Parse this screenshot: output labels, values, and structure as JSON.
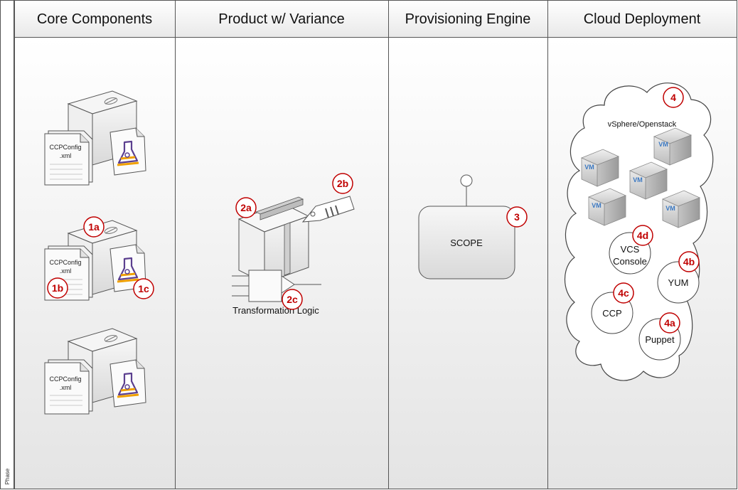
{
  "phase_label": "Phase",
  "lanes": [
    {
      "title": "Core Components"
    },
    {
      "title": "Product w/ Variance"
    },
    {
      "title": "Provisioning Engine"
    },
    {
      "title": "Cloud Deployment"
    }
  ],
  "core": {
    "file_line1": "CCPConfig",
    "file_line2": ".xml",
    "badges": {
      "b1a": "1a",
      "b1b": "1b",
      "b1c": "1c"
    }
  },
  "product": {
    "caption": "Transformation Logic",
    "badges": {
      "b2a": "2a",
      "b2b": "2b",
      "b2c": "2c"
    }
  },
  "engine": {
    "label": "SCOPE",
    "badge": "3"
  },
  "cloud": {
    "title": "vSphere/Openstack",
    "badge": "4",
    "vm_label": "VM",
    "nodes": {
      "vcs_line1": "VCS",
      "vcs_line2": "Console",
      "yum": "YUM",
      "ccp": "CCP",
      "puppet": "Puppet"
    },
    "badges": {
      "b4a": "4a",
      "b4b": "4b",
      "b4c": "4c",
      "b4d": "4d"
    }
  },
  "colors": {
    "badge_ring": "#c00000",
    "badge_text": "#c00000",
    "lane_header_grad_top": "#ffffff",
    "lane_header_grad_bottom": "#e8e8e8",
    "lane_body_grad_top": "#ffffff",
    "lane_body_grad_bottom": "#e6e6e6",
    "vm_blue": "#3a78c2"
  }
}
